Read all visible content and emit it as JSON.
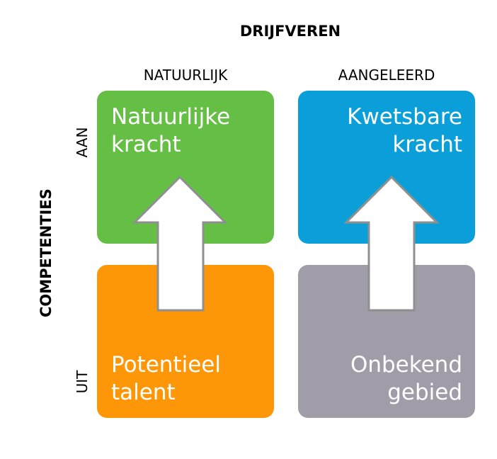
{
  "title": "DRIJFVEREN",
  "columns": [
    "NATUURLIJK",
    "AANGELEERD"
  ],
  "axis_label": "COMPETENTIES",
  "rows": [
    "AAN",
    "UIT"
  ],
  "quadrants": {
    "top_left": {
      "line1": "Natuurlijke",
      "line2": "kracht",
      "color": "#65bf44"
    },
    "top_right": {
      "line1": "Kwetsbare",
      "line2": "kracht",
      "color": "#0b9fd9"
    },
    "bottom_left": {
      "line1": "Potentieel",
      "line2": "talent",
      "color": "#fd9707"
    },
    "bottom_right": {
      "line1": "Onbekend",
      "line2": "gebied",
      "color": "#a09ca8"
    }
  }
}
